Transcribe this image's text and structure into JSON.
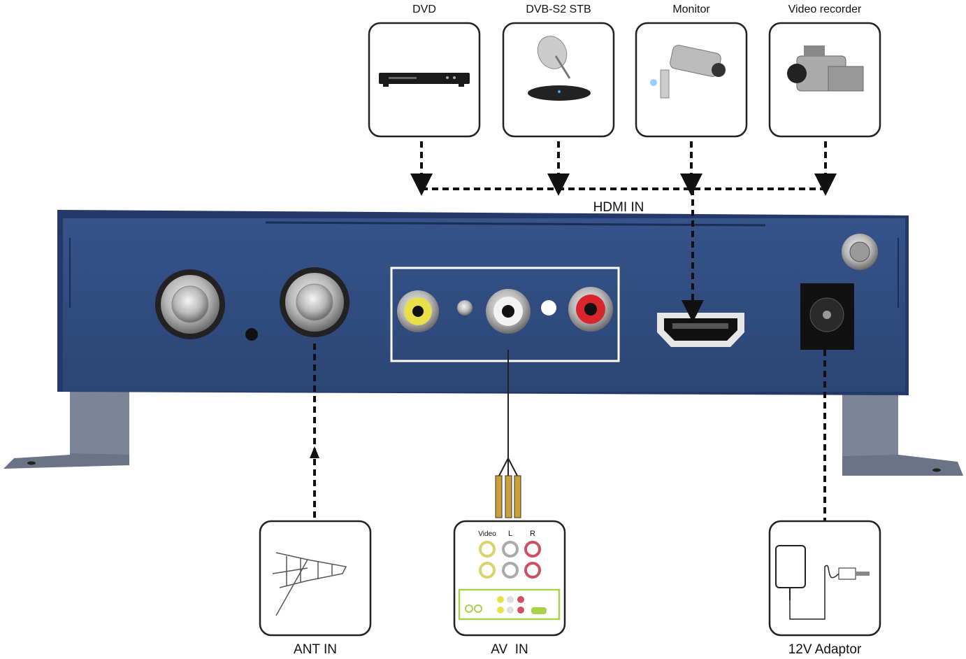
{
  "top_devices": [
    {
      "label": "DVD",
      "icon": "dvd-player-icon"
    },
    {
      "label": "DVB-S2 STB",
      "icon": "satellite-dish-stb-icon"
    },
    {
      "label": "Monitor",
      "icon": "security-camera-icon"
    },
    {
      "label": "Video recorder",
      "icon": "camcorder-icon"
    }
  ],
  "hdmi_label": "HDMI IN",
  "bottom_devices": [
    {
      "label": "ANT IN",
      "icon": "antenna-icon"
    },
    {
      "label": "AV  IN",
      "icon": "rca-panel-icon"
    },
    {
      "label": "12V Adaptor",
      "icon": "power-adapter-icon"
    }
  ],
  "av_panel": {
    "video": "Video",
    "left": "L",
    "right": "R"
  },
  "colors": {
    "body": "#2f4a7a",
    "rca_video": "#e8e04a",
    "rca_left": "#f2f2f2",
    "rca_right": "#d8262a"
  }
}
